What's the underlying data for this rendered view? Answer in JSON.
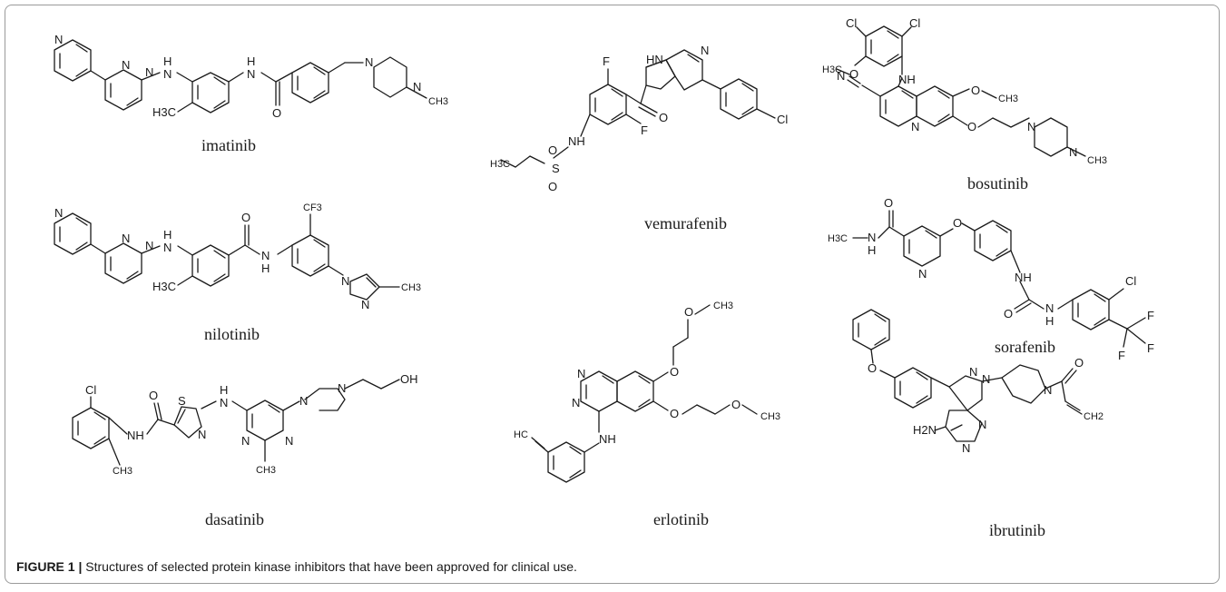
{
  "figure": {
    "label": "FIGURE 1 |",
    "caption": "Structures of selected protein kinase inhibitors that have been approved for clinical use."
  },
  "molecules": [
    {
      "name": "imatinib",
      "atoms": [
        "N",
        "N",
        "N",
        "H",
        "N",
        "H",
        "N",
        "H3C",
        "O",
        "N",
        "N",
        "CH3"
      ]
    },
    {
      "name": "nilotinib",
      "atoms": [
        "N",
        "N",
        "N",
        "H",
        "N",
        "H3C",
        "O",
        "N",
        "H",
        "CF3",
        "N",
        "N",
        "CH3"
      ]
    },
    {
      "name": "dasatinib",
      "atoms": [
        "Cl",
        "NH",
        "O",
        "S",
        "N",
        "H",
        "N",
        "N",
        "N",
        "CH3",
        "N",
        "N",
        "OH",
        "CH3"
      ]
    },
    {
      "name": "vemurafenib",
      "atoms": [
        "HN",
        "N",
        "F",
        "F",
        "O",
        "Cl",
        "O",
        "S",
        "O",
        "NH",
        "H3C"
      ]
    },
    {
      "name": "erlotinib",
      "atoms": [
        "N",
        "N",
        "NH",
        "HC",
        "O",
        "O",
        "O",
        "CH3",
        "O",
        "CH3"
      ]
    },
    {
      "name": "bosutinib",
      "atoms": [
        "Cl",
        "Cl",
        "H3C",
        "O",
        "NH",
        "N",
        "O",
        "CH3",
        "N",
        "O",
        "N",
        "N",
        "CH3"
      ]
    },
    {
      "name": "sorafenib",
      "atoms": [
        "O",
        "H3C",
        "N",
        "H",
        "N",
        "O",
        "NH",
        "O",
        "N",
        "H",
        "Cl",
        "F",
        "F",
        "F"
      ]
    },
    {
      "name": "ibrutinib",
      "atoms": [
        "O",
        "N",
        "N",
        "N",
        "N",
        "H2N",
        "N",
        "O",
        "CH2"
      ]
    }
  ]
}
